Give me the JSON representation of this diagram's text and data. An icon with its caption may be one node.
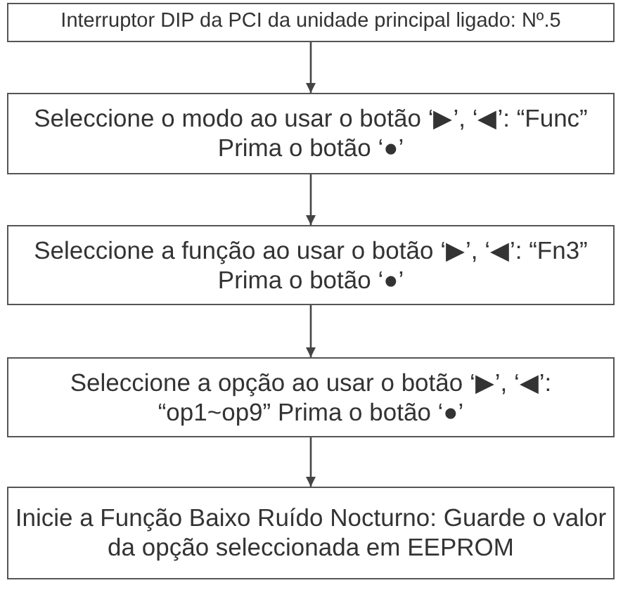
{
  "diagram": {
    "nodes": [
      {
        "text": [
          "Interruptor DIP da PCI da unidade principal ligado: Nº.5"
        ]
      },
      {
        "text": [
          "Seleccione o modo ao usar o botão ‘▶’, ‘◀’: “Func” Prima o botão ‘●’"
        ]
      },
      {
        "text": [
          "Seleccione a função ao usar o botão ‘▶’, ‘◀’: “Fn3” Prima o botão ‘●’"
        ]
      },
      {
        "text": [
          "Seleccione a opção ao usar o botão ‘▶’, ‘◀’: “op1~op9” Prima o botão ‘●’"
        ]
      },
      {
        "text": [
          "Inicie a Função Baixo Ruído Nocturno: Guarde o valor da opção seleccionada em EEPROM"
        ]
      }
    ],
    "edges": [
      {
        "from": 0,
        "to": 1,
        "arrow": "to"
      },
      {
        "from": 1,
        "to": 2,
        "arrow": "to"
      },
      {
        "from": 2,
        "to": 3,
        "arrow": "to"
      },
      {
        "from": 3,
        "to": 4,
        "arrow": "to"
      }
    ]
  }
}
